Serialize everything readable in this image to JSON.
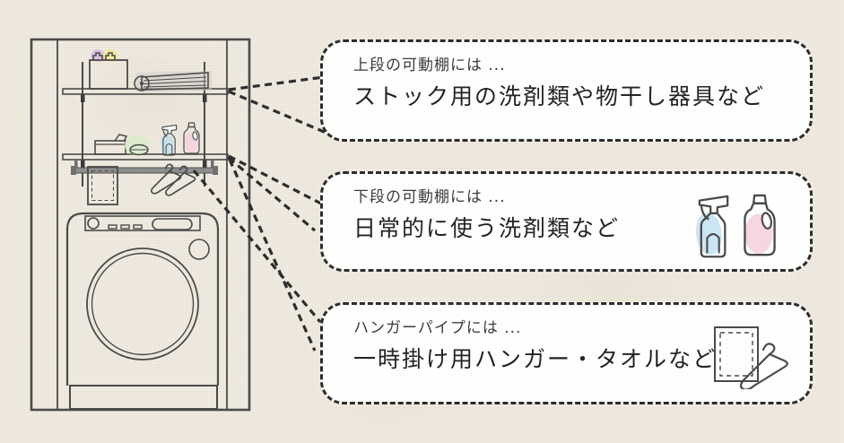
{
  "background_color": "#f0ebe1",
  "callouts": [
    {
      "target": "upper-shelf",
      "title": "上段の可動棚には ...",
      "description": "ストック用の洗剤類や物干し器具など",
      "icons": []
    },
    {
      "target": "lower-shelf",
      "title": "下段の可動棚には ...",
      "description": "日常的に使う洗剤類など",
      "icons": [
        "spray-bottle-icon",
        "detergent-bottle-icon"
      ]
    },
    {
      "target": "hanger-pipe",
      "title": "ハンガーパイプには ...",
      "description": "一時掛け用ハンガー・タオルなど",
      "icons": [
        "towel-icon",
        "hanger-icon"
      ]
    }
  ],
  "illustration": {
    "items": [
      "stock-box",
      "drying-rack-roll",
      "wipes-case",
      "soap-bar",
      "spray-bottle",
      "detergent-bottle",
      "upper-shelf",
      "lower-shelf",
      "hanger-pipe",
      "towel",
      "hangers",
      "washing-machine"
    ]
  },
  "colors": {
    "line": "#4a4a4a",
    "dash": "#2d2d2d",
    "accent_blue": "#c3e0f0",
    "accent_pink": "#f5d2de",
    "accent_purple": "#d9b8df",
    "accent_yellow": "#f2e896",
    "accent_green": "#d9ecca",
    "pipe_gray": "#8f8f8f",
    "background": "#f0ebe1"
  }
}
